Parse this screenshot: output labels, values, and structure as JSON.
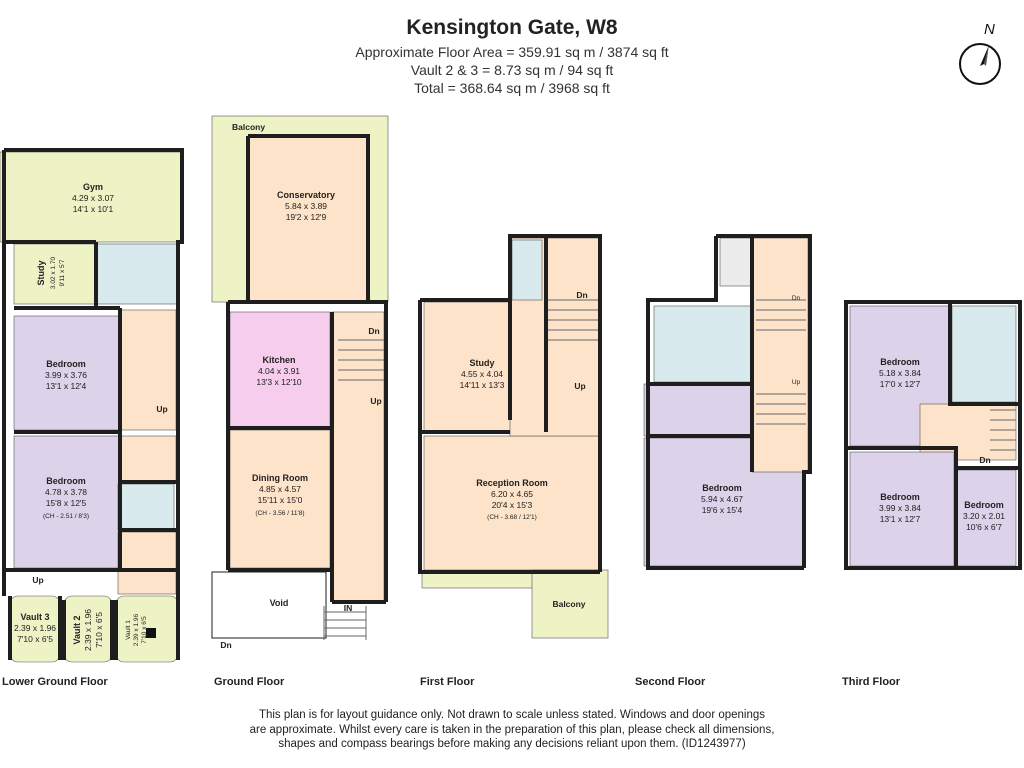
{
  "header": {
    "title": "Kensington Gate, W8",
    "area_line1": "Approximate Floor Area = 359.91 sq m / 3874 sq ft",
    "area_line2": "Vault 2 & 3 = 8.73 sq m / 94 sq ft",
    "area_line3": "Total = 368.64 sq m / 3968 sq ft"
  },
  "compass": {
    "letter": "N"
  },
  "colors": {
    "yellow": "#eef3c6",
    "purple": "#dcd2ea",
    "blue": "#d8eaee",
    "peach": "#fce3c9",
    "pink": "#f7cdee",
    "grey": "#ececec",
    "wall": "#1e1e1e"
  },
  "floors": {
    "lower_ground": {
      "label": "Lower Ground Floor",
      "gym": {
        "name": "Gym",
        "metric": "4.29 x 3.07",
        "imperial": "14'1 x 10'1"
      },
      "study": {
        "name": "Study",
        "metric": "3.02 x 1.70",
        "imperial": "9'11 x 5'7"
      },
      "bedroom1": {
        "name": "Bedroom",
        "metric": "3.99 x 3.76",
        "imperial": "13'1 x 12'4"
      },
      "bedroom2": {
        "name": "Bedroom",
        "metric": "4.78 x 3.78",
        "imperial": "15'8 x 12'5",
        "ceiling": "(CH - 2.51 / 8'3)"
      },
      "vault3": {
        "name": "Vault 3",
        "metric": "2.39 x 1.96",
        "imperial": "7'10 x 6'5"
      },
      "vault2": {
        "name": "Vault 2",
        "metric": "2.39 x 1.96",
        "imperial": "7'10 x 6'5"
      },
      "vault1": {
        "name": "Vault 1",
        "metric": "2.39 x 1.96",
        "imperial": "7'10 x 6'5"
      },
      "up1": "Up",
      "up2": "Up"
    },
    "ground": {
      "label": "Ground Floor",
      "balcony": "Balcony",
      "conservatory": {
        "name": "Conservatory",
        "metric": "5.84 x 3.89",
        "imperial": "19'2 x 12'9"
      },
      "kitchen": {
        "name": "Kitchen",
        "metric": "4.04 x 3.91",
        "imperial": "13'3 x 12'10"
      },
      "dining": {
        "name": "Dining Room",
        "metric": "4.85 x 4.57",
        "imperial": "15'11 x 15'0",
        "ceiling": "(CH - 3.56 / 11'8)"
      },
      "void": "Void",
      "dn1": "Dn",
      "up": "Up",
      "in": "IN",
      "dn2": "Dn"
    },
    "first": {
      "label": "First Floor",
      "study": {
        "name": "Study",
        "metric": "4.55 x 4.04",
        "imperial": "14'11 x 13'3"
      },
      "reception": {
        "name": "Reception Room",
        "metric": "6.20 x 4.65",
        "imperial": "20'4 x 15'3",
        "ceiling": "(CH - 3.68 / 12'1)"
      },
      "balcony": "Balcony",
      "dn": "Dn",
      "up": "Up"
    },
    "second": {
      "label": "Second Floor",
      "bedroom": {
        "name": "Bedroom",
        "metric": "5.94 x 4.67",
        "imperial": "19'6 x 15'4"
      },
      "dn": "Dn",
      "up": "Up"
    },
    "third": {
      "label": "Third Floor",
      "bedroom1": {
        "name": "Bedroom",
        "metric": "5.18 x 3.84",
        "imperial": "17'0 x 12'7"
      },
      "bedroom2": {
        "name": "Bedroom",
        "metric": "3.99 x 3.84",
        "imperial": "13'1 x 12'7"
      },
      "bedroom3": {
        "name": "Bedroom",
        "metric": "3.20 x 2.01",
        "imperial": "10'6 x 6'7"
      },
      "dn": "Dn"
    }
  },
  "disclaimer": {
    "line1": "This plan is for layout guidance only. Not drawn to scale unless stated. Windows and door openings",
    "line2": "are approximate. Whilst every care is taken in the preparation of this plan, please check all dimensions,",
    "line3": "shapes and compass bearings before making any decisions reliant upon them. (ID1243977)"
  }
}
